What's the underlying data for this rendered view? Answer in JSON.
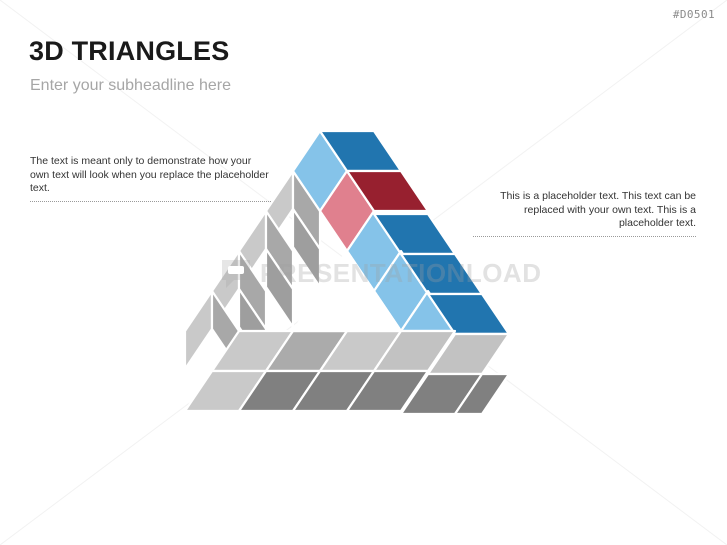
{
  "slide": {
    "doc_id": "#D0501",
    "title": "3D TRIANGLES",
    "subtitle": "Enter your subheadline here",
    "background_color": "#FFFFFF"
  },
  "callouts": [
    {
      "id": "left",
      "text": "The text is meant only to demonstrate how your own text will look when you replace the placeholder text.",
      "align": "left"
    },
    {
      "id": "right",
      "text": "This is a placeholder text. This text can be replaced with your own text. This is a placeholder text.",
      "align": "right"
    }
  ],
  "watermark": {
    "text": "PRESENTATIONLOAD",
    "logo_icon": "speech-bubble-icon",
    "color": "#A0A0A0"
  },
  "diagram": {
    "type": "penrose-impossible-triangle",
    "name": "3D Triangle",
    "segments_per_side": 5,
    "palette": {
      "dark_blue": "#2175AF",
      "light_blue": "#85C3E9",
      "dark_red": "#97202F",
      "pink": "#E0808E",
      "light_gray": "#C9C9C9",
      "medium_gray": "#A8A8A8",
      "dark_gray": "#8A8A8A",
      "pale_gray": "#C0C0C0",
      "edge": "#FFFFFF"
    },
    "highlighted_blocks": [
      {
        "label": "apex-left",
        "color": "#85C3E9"
      },
      {
        "label": "apex-right",
        "color": "#2175AF"
      },
      {
        "label": "second-left",
        "color": "#E0808E"
      },
      {
        "label": "second-right",
        "color": "#97202F"
      },
      {
        "label": "third-left",
        "color": "#85C3E9"
      },
      {
        "label": "third-right",
        "color": "#2175AF"
      },
      {
        "label": "fourth-left",
        "color": "#85C3E9"
      },
      {
        "label": "fourth-right",
        "color": "#2175AF"
      }
    ]
  }
}
